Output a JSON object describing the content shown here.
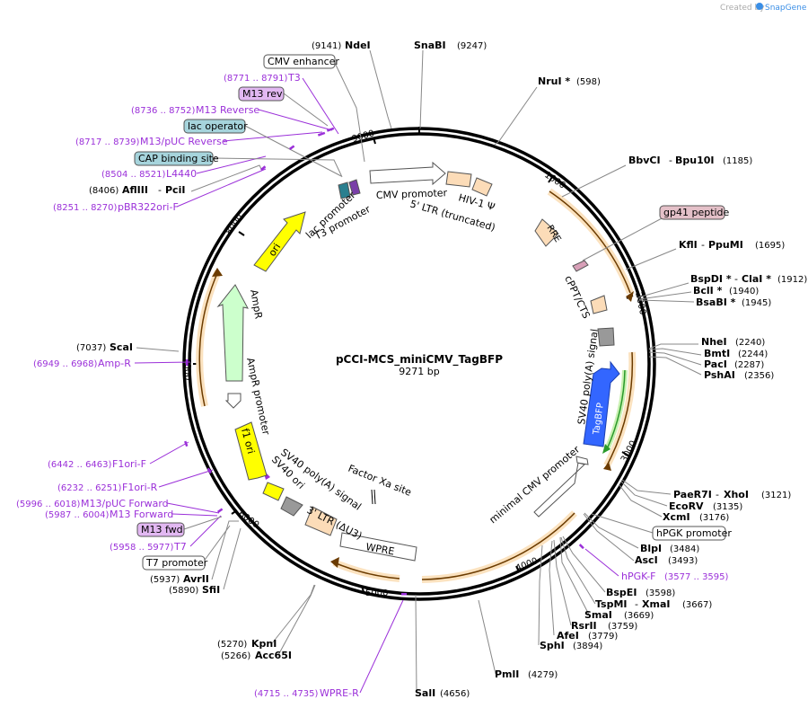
{
  "map": {
    "name": "pCCI-MCS_miniCMV_TagBFP",
    "length": "9271 bp",
    "brand_prefix": "Created by",
    "brand_name": "SnapGene"
  },
  "ticks": [
    "1000",
    "2000",
    "3000",
    "4000",
    "5000",
    "6000",
    "7000",
    "8000",
    "9000"
  ],
  "enzymes": [
    {
      "id": "ndei",
      "name": "NdeI",
      "pos": "(9141)"
    },
    {
      "id": "snabi",
      "name": "SnaBI",
      "pos": "(9247)"
    },
    {
      "id": "nrui",
      "name": "NruI *",
      "pos": "(598)"
    },
    {
      "id": "bbvci",
      "name": "BbvCI",
      "name2": "Bpu10I",
      "pos": "(1185)"
    },
    {
      "id": "kfli",
      "name": "KflI",
      "name2": "PpuMI",
      "pos": "(1695)"
    },
    {
      "id": "bspdi",
      "name": "BspDI *",
      "name2": "ClaI *",
      "pos": "(1912)"
    },
    {
      "id": "bcli",
      "name": "BclI *",
      "pos": "(1940)"
    },
    {
      "id": "bsabi",
      "name": "BsaBI *",
      "pos": "(1945)"
    },
    {
      "id": "nhei",
      "name": "NheI",
      "pos": "(2240)"
    },
    {
      "id": "bmti",
      "name": "BmtI",
      "pos": "(2244)"
    },
    {
      "id": "paci",
      "name": "PacI",
      "pos": "(2287)"
    },
    {
      "id": "pshai",
      "name": "PshAI",
      "pos": "(2356)"
    },
    {
      "id": "paer7i",
      "name": "PaeR7I",
      "name2": "XhoI",
      "pos": "(3121)"
    },
    {
      "id": "ecorv",
      "name": "EcoRV",
      "pos": "(3135)"
    },
    {
      "id": "xcmi",
      "name": "XcmI",
      "pos": "(3176)"
    },
    {
      "id": "blpi",
      "name": "BlpI",
      "pos": "(3484)"
    },
    {
      "id": "asci",
      "name": "AscI",
      "pos": "(3493)"
    },
    {
      "id": "bspei",
      "name": "BspEI",
      "pos": "(3598)"
    },
    {
      "id": "tspmi",
      "name": "TspMI",
      "name2": "XmaI",
      "pos": "(3667)"
    },
    {
      "id": "smai",
      "name": "SmaI",
      "pos": "(3669)"
    },
    {
      "id": "rsrii",
      "name": "RsrII",
      "pos": "(3759)"
    },
    {
      "id": "afei",
      "name": "AfeI",
      "pos": "(3779)"
    },
    {
      "id": "sphi",
      "name": "SphI",
      "pos": "(3894)"
    },
    {
      "id": "pmli",
      "name": "PmlI",
      "pos": "(4279)"
    },
    {
      "id": "sali",
      "name": "SalI",
      "pos": "(4656)"
    },
    {
      "id": "kpni",
      "name": "KpnI",
      "pos": "(5270)"
    },
    {
      "id": "acc65i",
      "name": "Acc65I",
      "pos": "(5266)"
    },
    {
      "id": "sfii",
      "name": "SfiI",
      "pos": "(5890)"
    },
    {
      "id": "avrii",
      "name": "AvrII",
      "pos": "(5937)"
    },
    {
      "id": "scai",
      "name": "ScaI",
      "pos": "(7037)"
    },
    {
      "id": "afliii",
      "name": "AflIII",
      "name2": "PciI",
      "pos": "(8406)"
    }
  ],
  "primers": [
    {
      "id": "t3",
      "name": "T3",
      "pos": "(8771 .. 8791)"
    },
    {
      "id": "m13reverse",
      "name": "M13 Reverse",
      "pos": "(8736 .. 8752)"
    },
    {
      "id": "m13pucreverse",
      "name": "M13/pUC Reverse",
      "pos": "(8717 .. 8739)"
    },
    {
      "id": "l4440",
      "name": "L4440",
      "pos": "(8504 .. 8521)"
    },
    {
      "id": "pbr322ori",
      "name": "pBR322ori-F",
      "pos": "(8251 .. 8270)"
    },
    {
      "id": "ampr",
      "name": "Amp-R",
      "pos": "(6949 .. 6968)"
    },
    {
      "id": "f1orif",
      "name": "F1ori-F",
      "pos": "(6442 .. 6463)"
    },
    {
      "id": "f1orir",
      "name": "F1ori-R",
      "pos": "(6232 .. 6251)"
    },
    {
      "id": "m13pucforward",
      "name": "M13/pUC Forward",
      "pos": "(5996 .. 6018)"
    },
    {
      "id": "m13forward",
      "name": "M13 Forward",
      "pos": "(5987 .. 6004)"
    },
    {
      "id": "t7",
      "name": "T7",
      "pos": "(5958 .. 5977)"
    },
    {
      "id": "wprer",
      "name": "WPRE-R",
      "pos": "(4715 .. 4735)"
    },
    {
      "id": "hpgkf",
      "name": "hPGK-F",
      "pos": "(3577 .. 3595)"
    }
  ],
  "boxed_labels": [
    {
      "id": "cmvenh",
      "text": "CMV enhancer",
      "fill": "#ffffff"
    },
    {
      "id": "m13rev",
      "text": "M13 rev",
      "fill": "#e2b8f2"
    },
    {
      "id": "lacop",
      "text": "lac operator",
      "fill": "#a6d4dc"
    },
    {
      "id": "cap",
      "text": "CAP binding site",
      "fill": "#a6d4dc"
    },
    {
      "id": "gp41",
      "text": "gp41 peptide",
      "fill": "#e4c0c8"
    },
    {
      "id": "hpgk",
      "text": "hPGK promoter",
      "fill": "#ffffff"
    },
    {
      "id": "m13fwd",
      "text": "M13 fwd",
      "fill": "#e2b8f2"
    },
    {
      "id": "t7prom",
      "text": "T7 promoter",
      "fill": "#ffffff"
    }
  ],
  "features": {
    "cmv_promoter": "CMV promoter",
    "hiv1": "HIV-1 Ψ",
    "ltr5": "5' LTR (truncated)",
    "lac_promoter": "lac promoter",
    "t3_promoter": "T3 promoter",
    "rre": "RRE",
    "cppt": "cPPT/CTS",
    "sv40pa_right": "SV40 poly(A) signal",
    "tagbfp": "TagBFP",
    "minimal_cmv": "minimal CMV promoter",
    "factor_xa": "Factor Xa site",
    "wpre": "WPRE",
    "ltr3": "3' LTR (ΔU3)",
    "sv40pa_left": "SV40 poly(A) signal",
    "sv40ori": "SV40 ori",
    "f1ori": "f1 ori",
    "ampr_promoter": "AmpR promoter",
    "ampr": "AmpR",
    "ori": "ori"
  },
  "colors": {
    "backbone": "#000000",
    "enzyme_line": "#888888",
    "primer": "#9b30d9",
    "orf_arc": "#f2a93b",
    "tagbfp": "#3366ff",
    "ori": "#ffff00",
    "ampr": "#ccffcc",
    "ltr": "#fcdcb8",
    "sv40pa": "#999999",
    "brand": "#3a8ee6"
  }
}
